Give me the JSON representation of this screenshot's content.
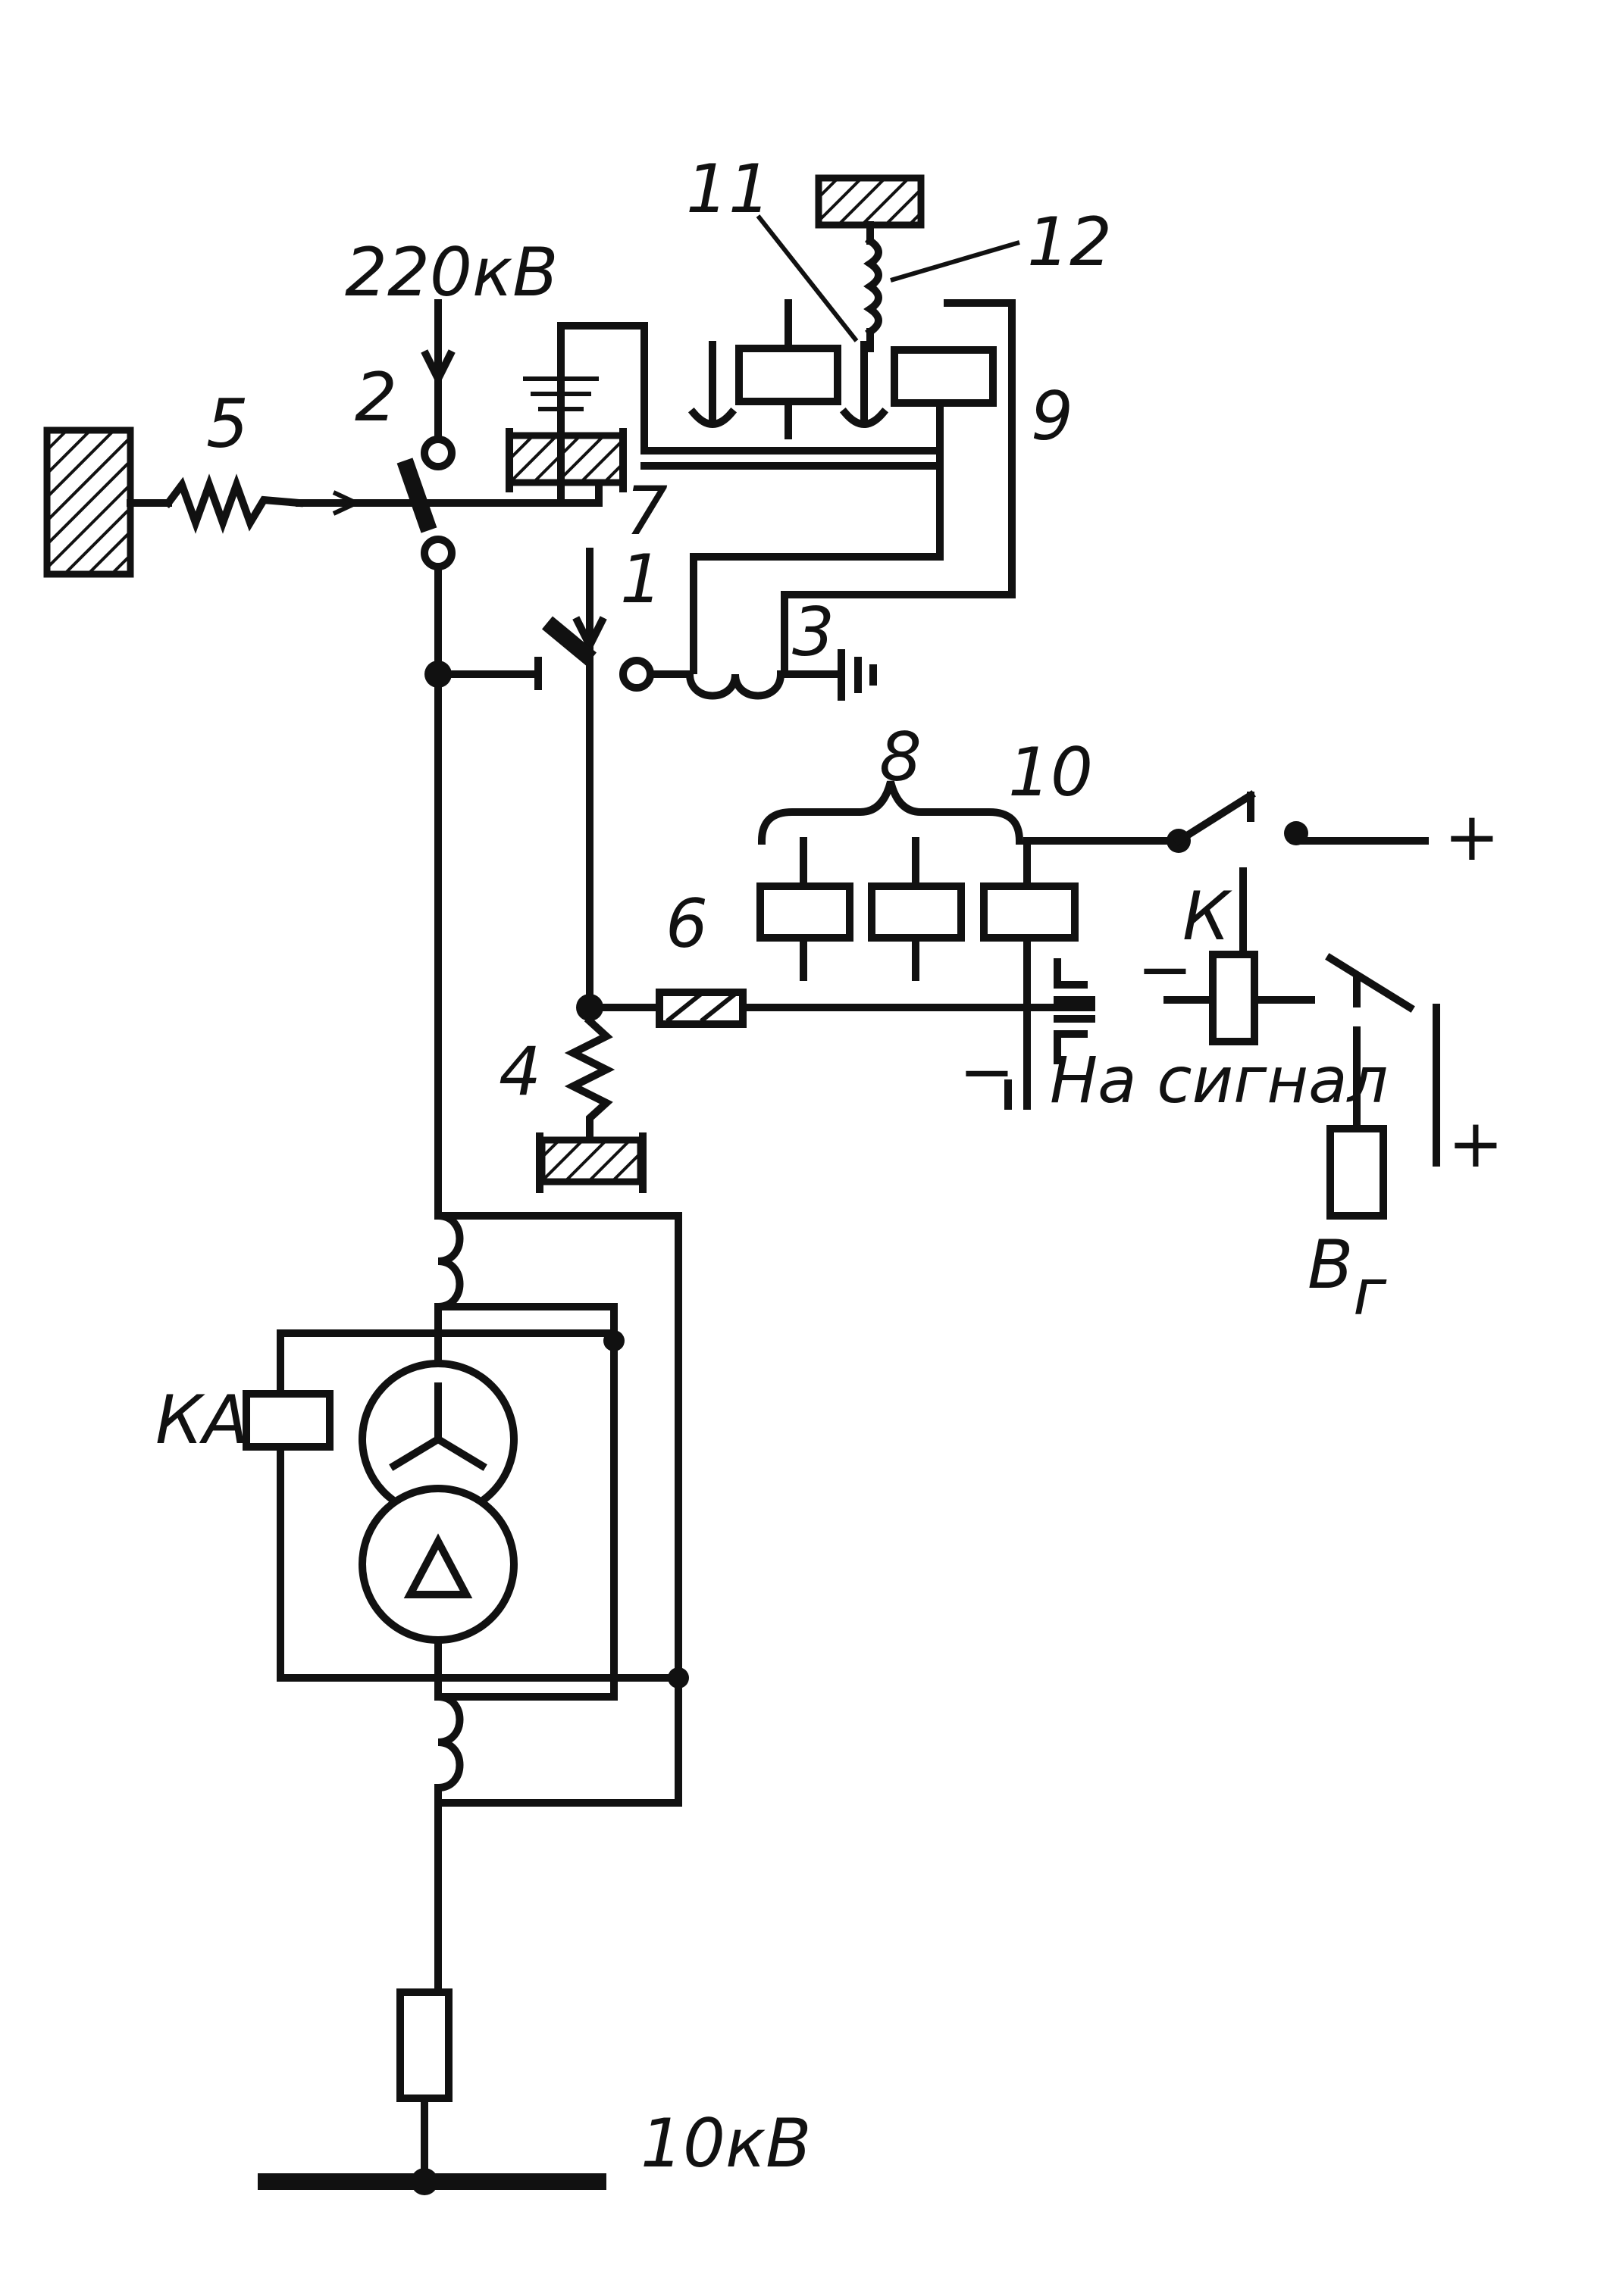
{
  "labels": {
    "voltage_high": "220кВ",
    "voltage_low": "10кВ",
    "n1": "1",
    "n2": "2",
    "n3": "3",
    "n4": "4",
    "n5": "5",
    "n6": "6",
    "n7": "7",
    "n8": "8",
    "n9": "9",
    "n10": "10",
    "n11": "11",
    "n12": "12",
    "ka": "КА",
    "k": "К",
    "signal": "На сигнал",
    "plus_top": "+",
    "plus_bottom": "+",
    "minus_left": "−",
    "minus_k": "−",
    "vg": "В",
    "vg_sub": "г"
  }
}
